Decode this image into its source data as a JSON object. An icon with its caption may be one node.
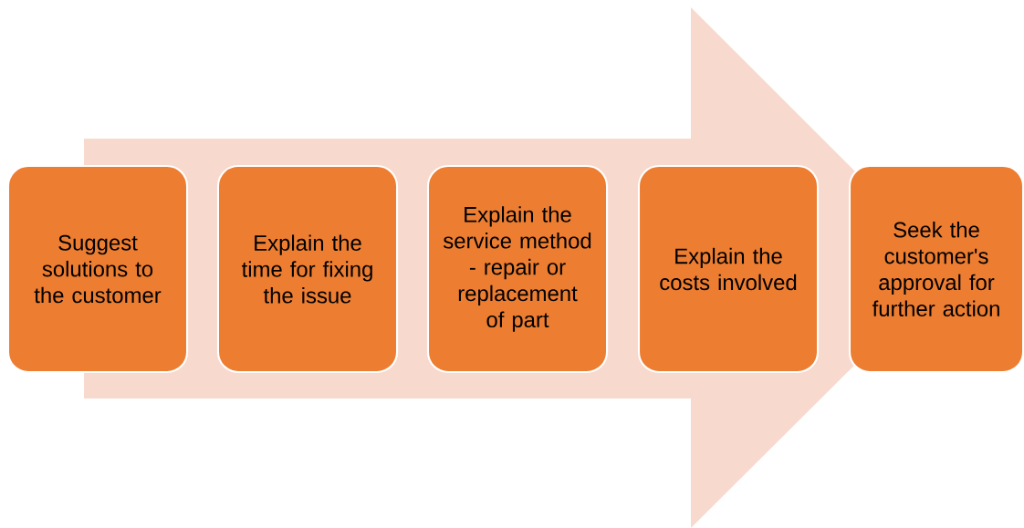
{
  "diagram": {
    "nodes": [
      {
        "text": [
          "Suggest solutions to the customer"
        ]
      },
      {
        "text": [
          "Explain the time for fixing the issue"
        ]
      },
      {
        "text": [
          "Explain the service method - repair or replacement of part"
        ]
      },
      {
        "text": [
          "Explain the costs involved"
        ]
      },
      {
        "text": [
          "Seek the customer's approval for further action"
        ]
      }
    ],
    "edges": [
      {
        "from": 0,
        "to": 4,
        "arrow": "to"
      }
    ]
  }
}
